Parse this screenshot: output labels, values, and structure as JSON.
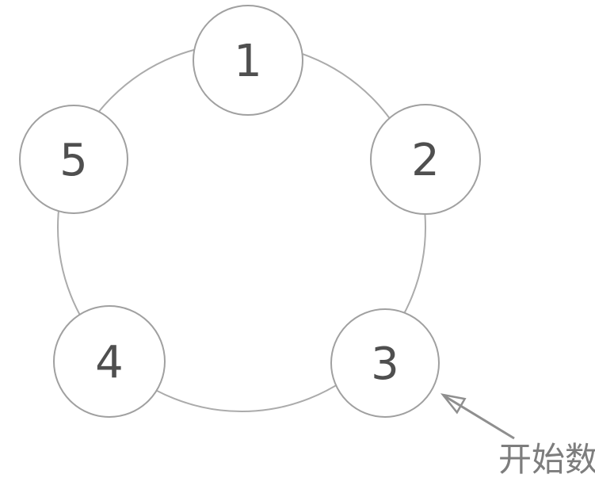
{
  "diagram": {
    "nodes": [
      {
        "label": "1"
      },
      {
        "label": "2"
      },
      {
        "label": "3"
      },
      {
        "label": "4"
      },
      {
        "label": "5"
      }
    ],
    "annotation": {
      "label": "开始数",
      "points_to_node": "3"
    },
    "colors": {
      "ring_stroke": "#ababab",
      "node_stroke": "#a0a0a0",
      "node_fill": "#ffffff",
      "number_color": "#4f4f4f",
      "arrow_color": "#8f8f8f",
      "label_color": "#7d7d7d"
    }
  }
}
